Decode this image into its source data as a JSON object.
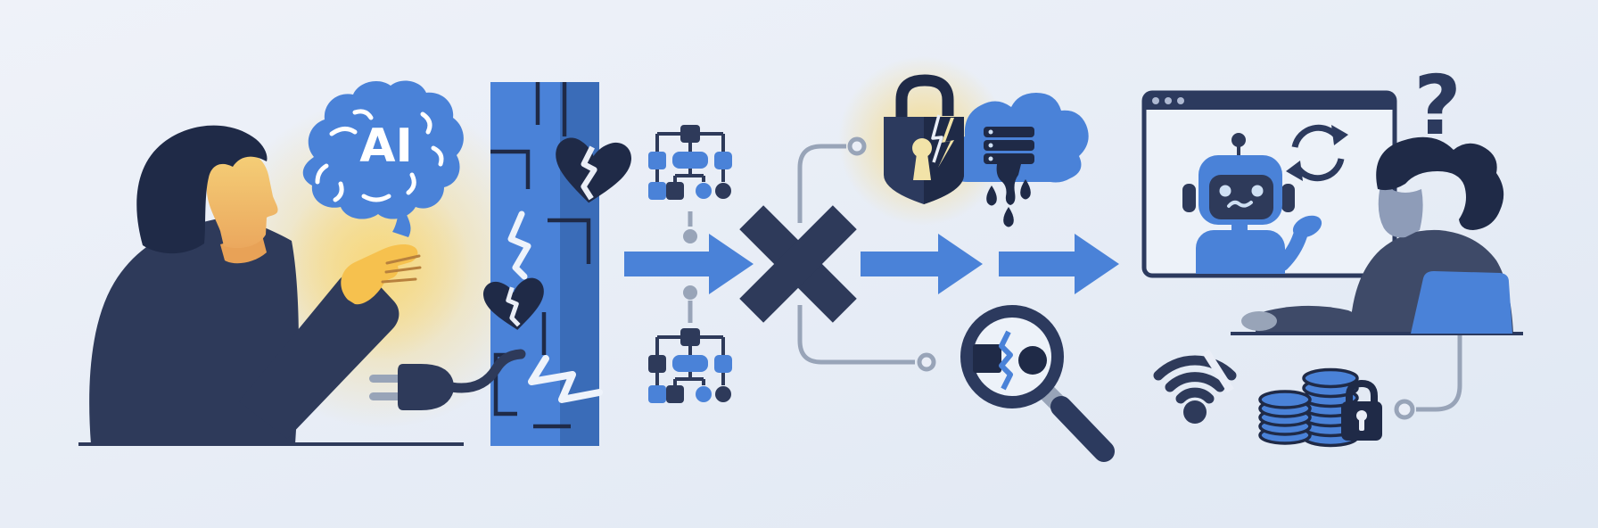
{
  "labels": {
    "brain_text": "AI",
    "question_mark": "?"
  },
  "palette": {
    "bg": "#eaeef7",
    "bg2": "#e0e8f3",
    "blue": "#4a82d8",
    "blueDark": "#3a6cb8",
    "blueLight": "#cfe0f4",
    "navy": "#2e3a5a",
    "navyDeep": "#1f2a47",
    "slate": "#3e4a68",
    "gray": "#98a4b8",
    "grayFace": "#8e9cb8",
    "yellow": "#f6c14e",
    "glow": "#f7d87c",
    "cream": "#f2e3a8",
    "skin": "#f4cf74",
    "skinShade": "#eba85e",
    "paper": "#edf2f9"
  },
  "icons": [
    "man-presenting",
    "ai-brain-icon",
    "cracked-circuit-pillar",
    "broken-heart-icon",
    "unplugged-cable-icon",
    "org-chart-icon",
    "flow-arrow-icon",
    "rejection-x-icon",
    "broken-lock-icon",
    "leaking-cloud-server-icon",
    "error-magnifier-icon",
    "robot-chat-window",
    "sync-refresh-icon",
    "confused-woman",
    "question-mark-icon",
    "broken-wifi-icon",
    "locked-coins-icon"
  ]
}
